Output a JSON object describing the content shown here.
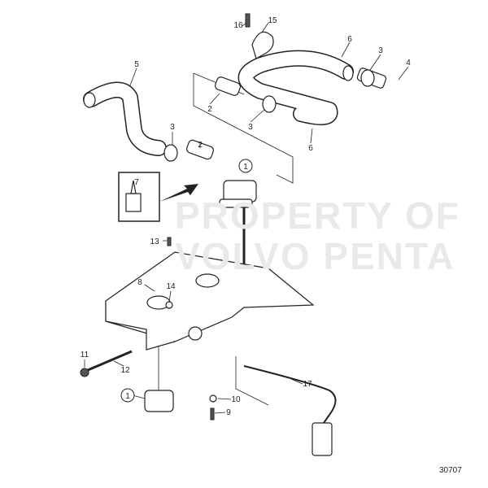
{
  "watermark": {
    "line1": "PROPERTY OF",
    "line2": "VOLVO PENTA"
  },
  "diagram_number": "30707",
  "callouts": {
    "c16": "16",
    "c15": "15",
    "c6a": "6",
    "c3a": "3",
    "c4": "4",
    "c5": "5",
    "c2a": "2",
    "c3b": "3",
    "c6b": "6",
    "c3c": "3",
    "c2b": "2",
    "c1a": "1",
    "c7": "7",
    "c13": "13",
    "c8": "8",
    "c14": "14",
    "c11": "11",
    "c12": "12",
    "c1b": "1",
    "c10": "10",
    "c9": "9",
    "c17": "17"
  }
}
